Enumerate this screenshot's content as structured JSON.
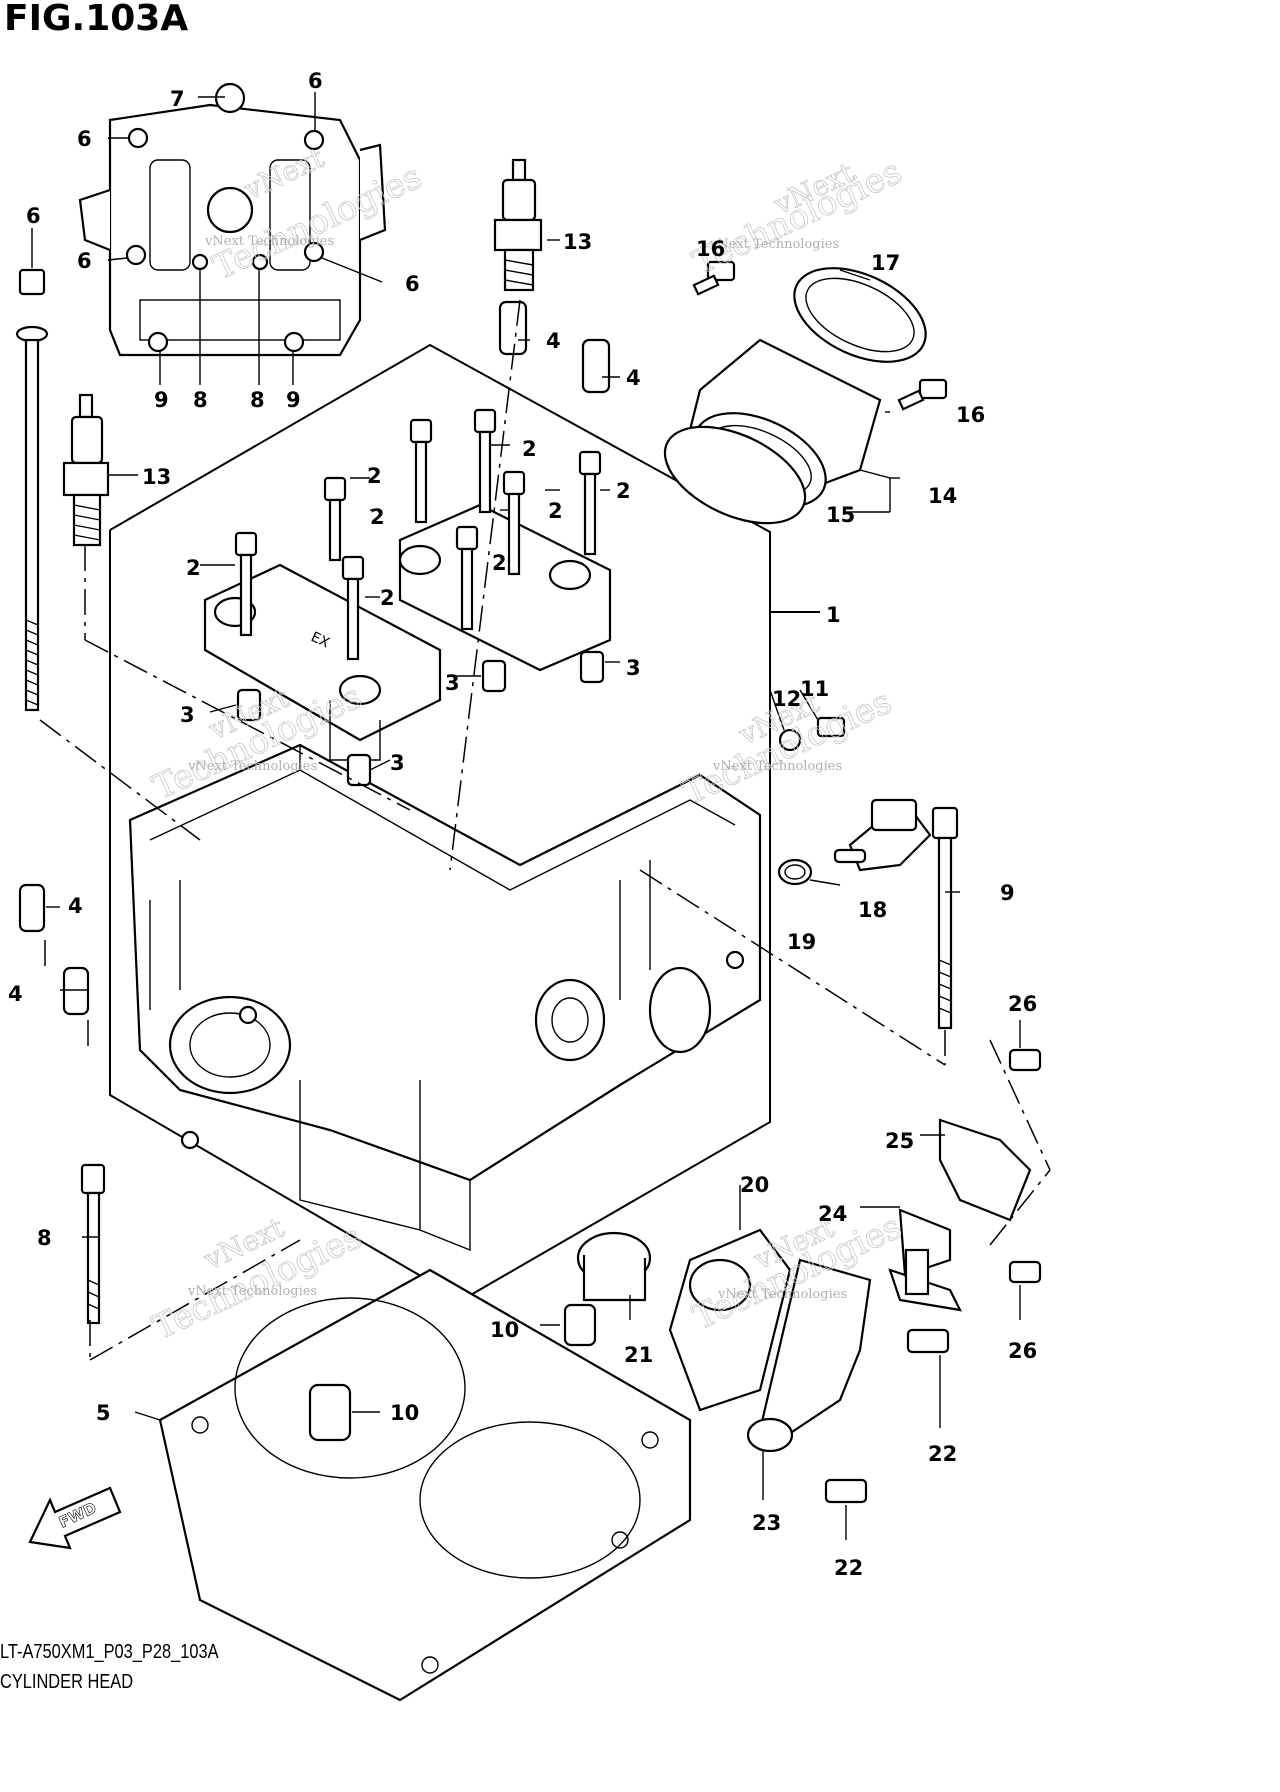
{
  "figure": {
    "title": "FIG.103A",
    "drawing_code": "LT-A750XM1_P03_P28_103A",
    "assembly_name": "CYLINDER HEAD",
    "fwd_label": "FWD"
  },
  "watermark": {
    "line1": "vNext",
    "line2": "vNext Technologies",
    "line3": "Technologies"
  },
  "callouts": {
    "c1": "1",
    "c2a": "2",
    "c2b": "2",
    "c2c": "2",
    "c2d": "2",
    "c2e": "2",
    "c2f": "2",
    "c2g": "2",
    "c2h": "2",
    "c3a": "3",
    "c3b": "3",
    "c3c": "3",
    "c3d": "3",
    "c4a": "4",
    "c4b": "4",
    "c4c": "4",
    "c4d": "4",
    "c5": "5",
    "c6a": "6",
    "c6b": "6",
    "c6c": "6",
    "c6d": "6",
    "c6e": "6",
    "c7": "7",
    "c8a": "8",
    "c8b": "8",
    "c8c": "8",
    "c9a": "9",
    "c9b": "9",
    "c9c": "9",
    "c10a": "10",
    "c10b": "10",
    "c11": "11",
    "c12": "12",
    "c13a": "13",
    "c13b": "13",
    "c14": "14",
    "c15": "15",
    "c16a": "16",
    "c16b": "16",
    "c17": "17",
    "c18": "18",
    "c19": "19",
    "c20": "20",
    "c21": "21",
    "c22a": "22",
    "c22b": "22",
    "c23": "23",
    "c24": "24",
    "c25": "25",
    "c26a": "26",
    "c26b": "26"
  }
}
